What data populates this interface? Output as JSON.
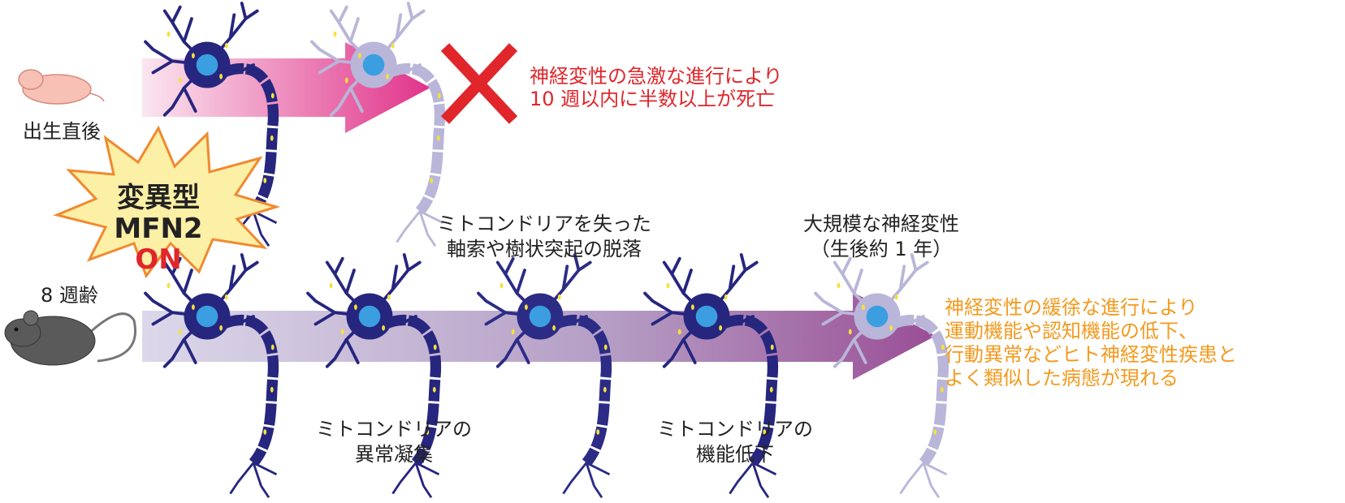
{
  "top_row": {
    "age_label": "出生直後",
    "outcome_line1": "神経変性の急激な進行により",
    "outcome_line2": "10 週以内に半数以上が死亡"
  },
  "switch_badge": {
    "line1": "変異型",
    "gene": "MFN2",
    "state": "ON"
  },
  "bottom_row": {
    "age_label": "8 週齢",
    "stage_loss_line1": "ミトコンドリアを失った",
    "stage_loss_line2": "軸索や樹状突起の脱落",
    "stage_massive_line1": "大規模な神経変性",
    "stage_massive_line2": "（生後約 1 年）",
    "stage_aggregation_line1": "ミトコンドリアの",
    "stage_aggregation_line2": "異常凝集",
    "stage_dysfunction_line1": "ミトコンドリアの",
    "stage_dysfunction_line2": "機能低下",
    "outcome_line1": "神経変性の緩徐な進行により",
    "outcome_line2": "運動機能や認知機能の低下、",
    "outcome_line3": "行動異常などヒト神経変性疾患と",
    "outcome_line4": "よく類似した病態が現れる"
  },
  "colors": {
    "neuron": "#26267f",
    "nucleus": "#3a9ee0",
    "faded_neuron": "#b9b6d9",
    "top_arrow_end": "#e0338a",
    "bottom_arrow_end": "#9a4e95",
    "death_cross": "#e0262b",
    "badge_fill": "#fcefa6",
    "badge_stroke": "#f08a30"
  }
}
